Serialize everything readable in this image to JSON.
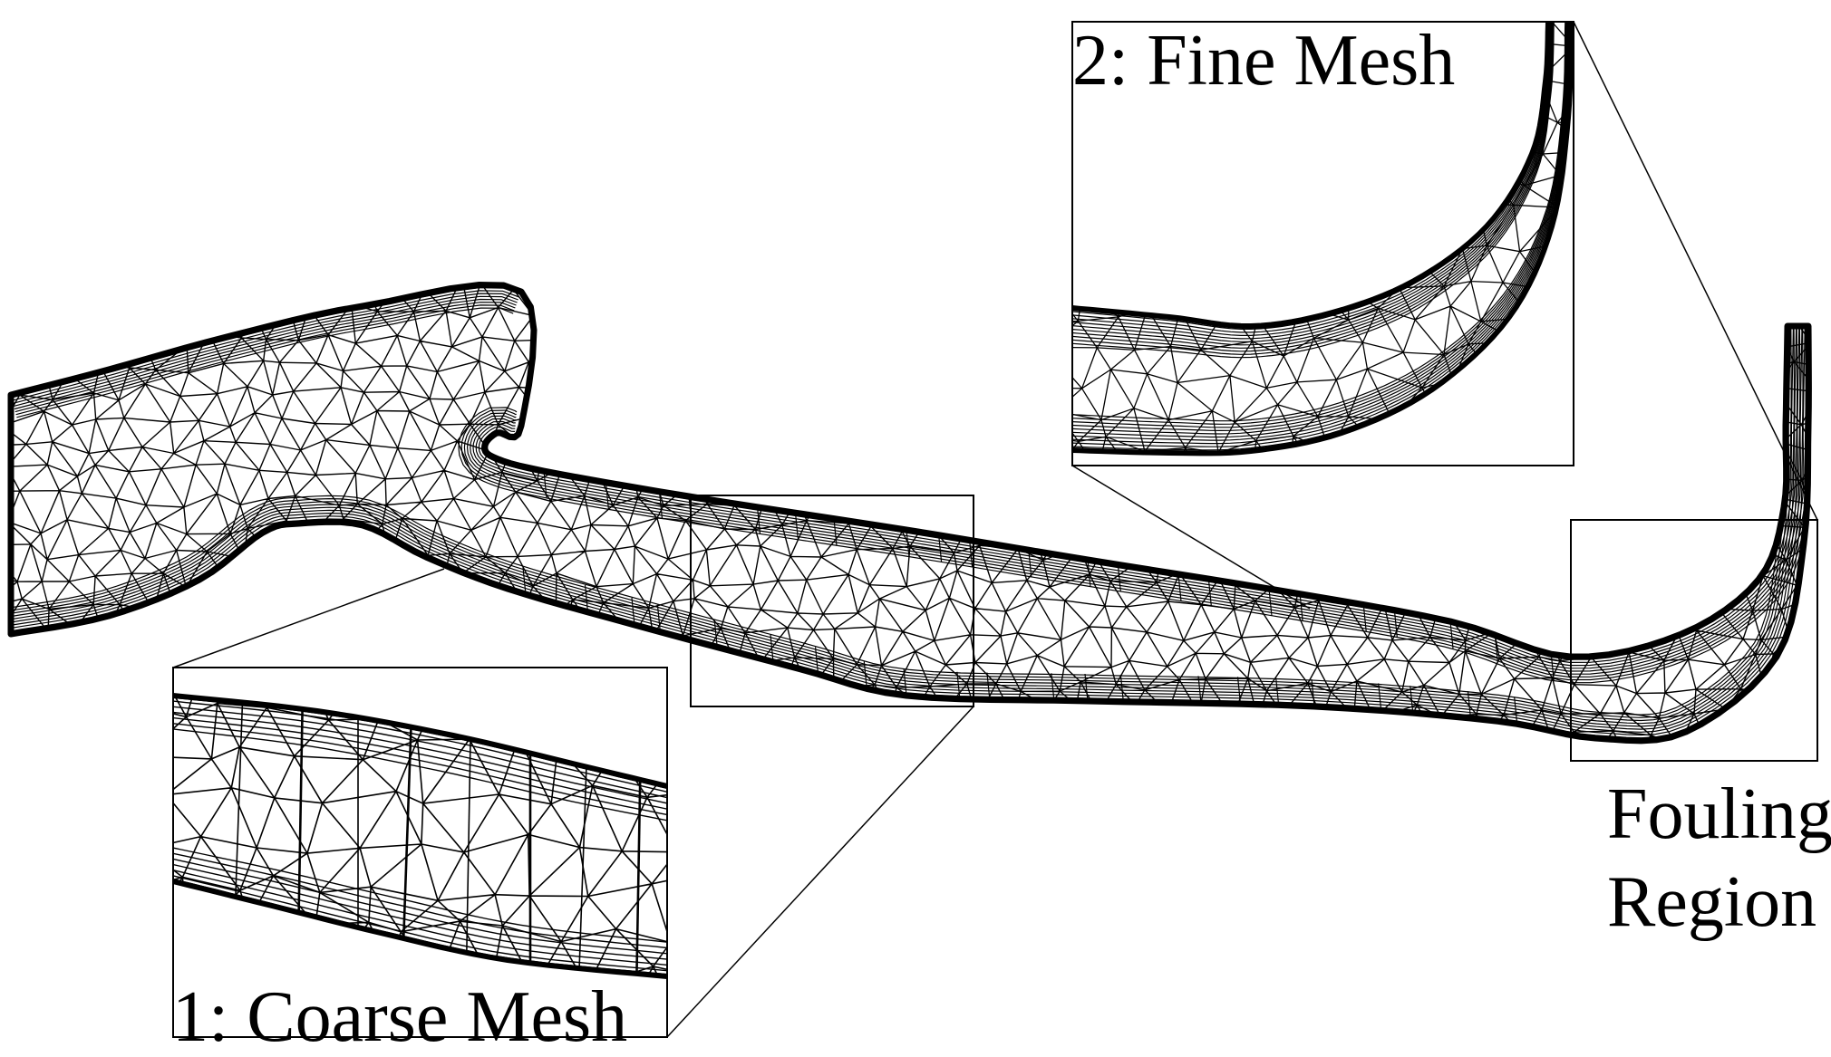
{
  "labels": {
    "fine_mesh": "2: Fine Mesh",
    "coarse_mesh": "1: Coarse Mesh",
    "fouling_line1": "Fouling",
    "fouling_line2": "Region"
  },
  "colors": {
    "line": "#000000",
    "background": "#ffffff"
  }
}
